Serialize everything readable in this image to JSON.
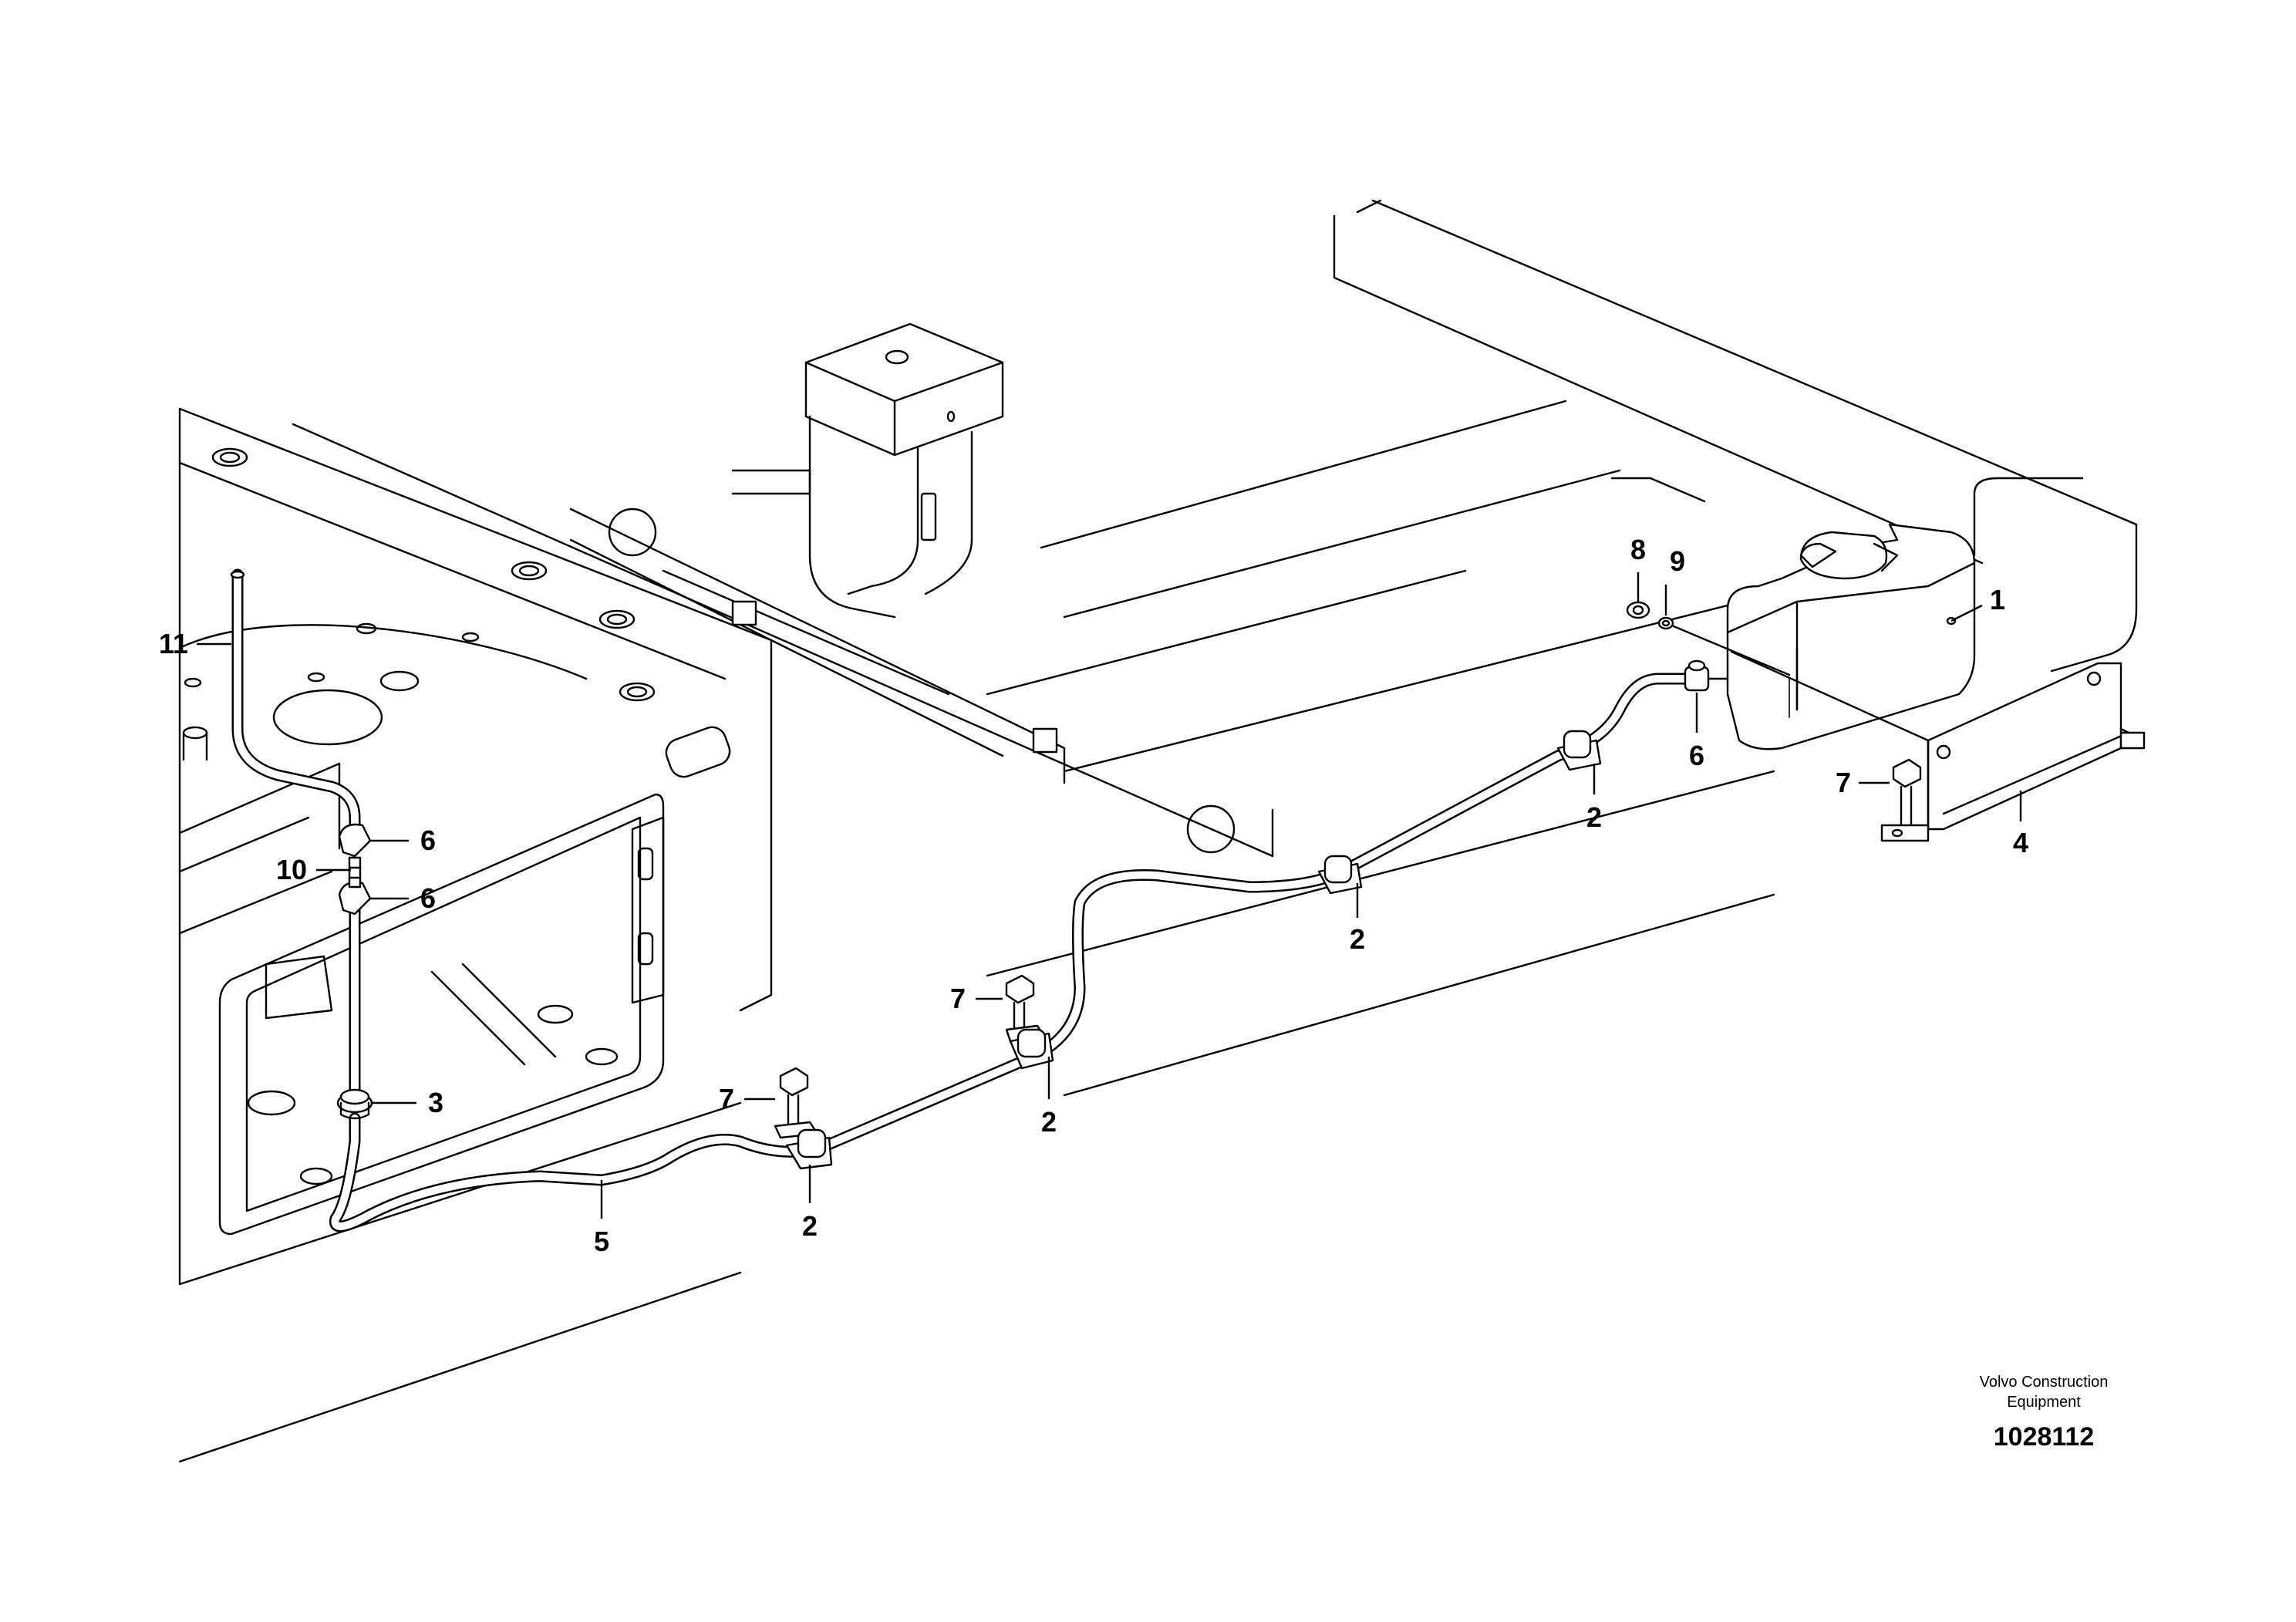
{
  "callouts": [
    {
      "id": "c1",
      "label": "1"
    },
    {
      "id": "c2a",
      "label": "2"
    },
    {
      "id": "c2b",
      "label": "2"
    },
    {
      "id": "c2c",
      "label": "2"
    },
    {
      "id": "c2d",
      "label": "2"
    },
    {
      "id": "c3",
      "label": "3"
    },
    {
      "id": "c4",
      "label": "4"
    },
    {
      "id": "c5",
      "label": "5"
    },
    {
      "id": "c6a",
      "label": "6"
    },
    {
      "id": "c6b",
      "label": "6"
    },
    {
      "id": "c6c",
      "label": "6"
    },
    {
      "id": "c7a",
      "label": "7"
    },
    {
      "id": "c7b",
      "label": "7"
    },
    {
      "id": "c7c",
      "label": "7"
    },
    {
      "id": "c8",
      "label": "8"
    },
    {
      "id": "c9",
      "label": "9"
    },
    {
      "id": "c10",
      "label": "10"
    },
    {
      "id": "c11",
      "label": "11"
    }
  ],
  "footer": {
    "company_line1": "Volvo Construction",
    "company_line2": "Equipment",
    "drawing_number": "1028112"
  }
}
